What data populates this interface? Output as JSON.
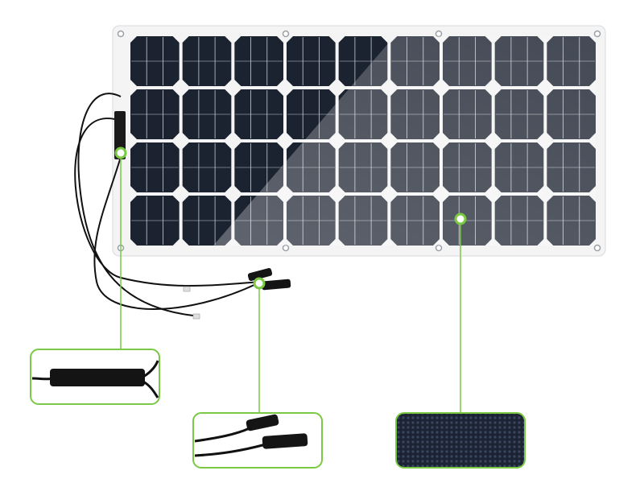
{
  "panel": {
    "rows": 4,
    "cols": 9,
    "frame_color": "#f4f4f4",
    "cell_color": "#1b2230",
    "gridline_color": "#c9ced6",
    "accent_color": "#7ac943"
  },
  "callouts": [
    {
      "id": "junction-box",
      "icon": "junction-box-closeup"
    },
    {
      "id": "mc4-connector",
      "icon": "mc4-connector-closeup"
    },
    {
      "id": "cell-texture",
      "icon": "cell-texture-closeup"
    }
  ]
}
